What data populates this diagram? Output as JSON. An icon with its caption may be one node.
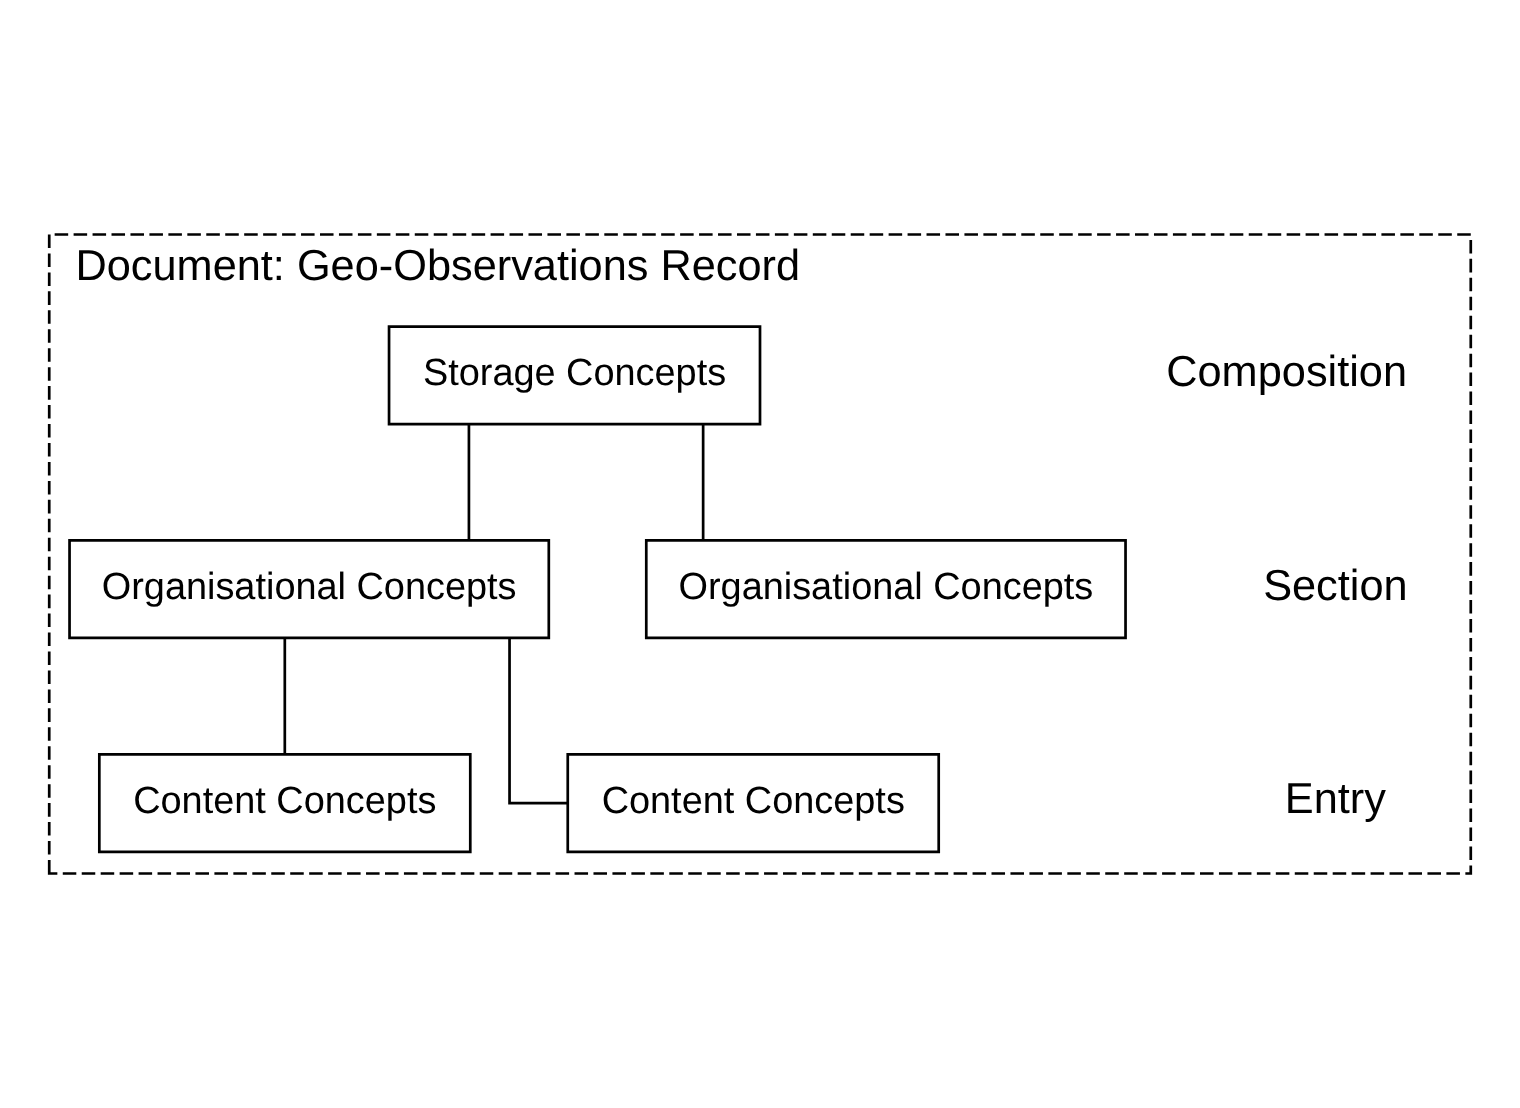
{
  "diagram": {
    "nodes": [
      {
        "text": [
          "Document: Geo-Observations Record"
        ]
      },
      {
        "text": [
          "Storage Concepts"
        ],
        "in": 0
      },
      {
        "text": [
          "Organisational Concepts"
        ],
        "in": 0
      },
      {
        "text": [
          "Organisational Concepts"
        ],
        "in": 0
      },
      {
        "text": [
          "Content Concepts"
        ],
        "in": 0
      },
      {
        "text": [
          "Content Concepts"
        ],
        "in": 0
      }
    ],
    "edges": [
      {
        "from": 1,
        "to": 2,
        "arrow": "none"
      },
      {
        "from": 1,
        "to": 3,
        "arrow": "none"
      },
      {
        "from": 2,
        "to": 4,
        "arrow": "none"
      },
      {
        "from": 2,
        "to": 5,
        "arrow": "none"
      }
    ],
    "labels": [
      "Composition",
      "Section",
      "Entry"
    ]
  }
}
